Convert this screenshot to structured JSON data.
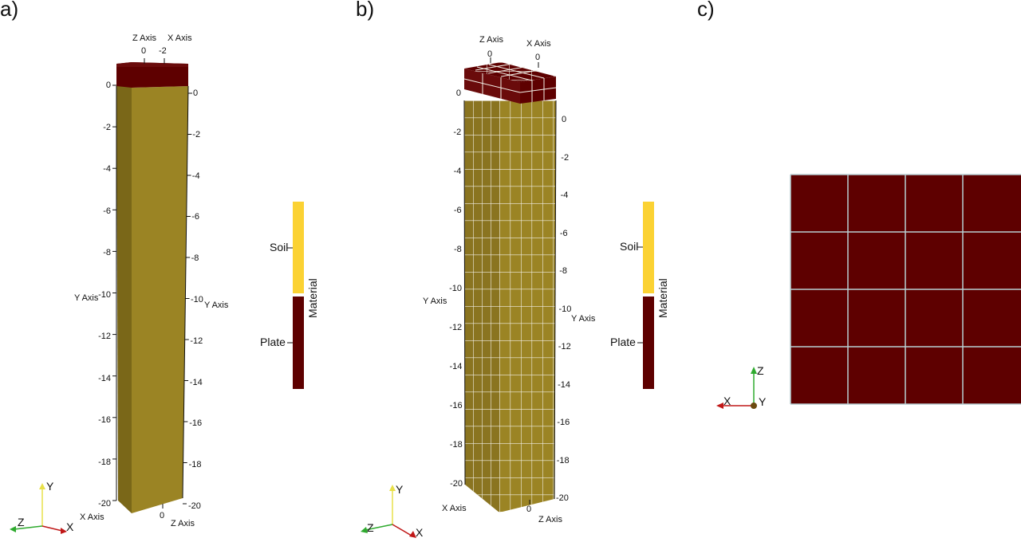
{
  "panels": [
    {
      "label": "a)",
      "left_ticks": [
        "0",
        "-2",
        "-4",
        "-6",
        "-8",
        "-10",
        "-12",
        "-14",
        "-16",
        "-18",
        "-20"
      ],
      "right_ticks": [
        "0",
        "-2",
        "-4",
        "-6",
        "-8",
        "-10",
        "-12",
        "-14",
        "-16",
        "-18",
        "-20"
      ],
      "top_ticks": [
        "0",
        "-2"
      ],
      "bottom_ticks": [
        "0"
      ],
      "axis_names": {
        "left": "Y Axis",
        "right": "Y Axis",
        "top_z": "Z Axis",
        "top_x": "X Axis",
        "bottom_x": "X Axis",
        "bottom_z": "Z Axis"
      },
      "legend": {
        "title": "Material",
        "soil": "Soil",
        "plate": "Plate"
      },
      "triad": {
        "y": "Y",
        "z": "Z",
        "x": "X"
      }
    },
    {
      "label": "b)",
      "left_ticks": [
        "0",
        "-2",
        "-4",
        "-6",
        "-8",
        "-10",
        "-12",
        "-14",
        "-16",
        "-18",
        "-20"
      ],
      "right_ticks": [
        "0",
        "-2",
        "-4",
        "-6",
        "-8",
        "-10",
        "-12",
        "-14",
        "-16",
        "-18",
        "-20"
      ],
      "top_ticks": [
        "0",
        "0"
      ],
      "bottom_ticks": [
        "0"
      ],
      "axis_names": {
        "left": "Y Axis",
        "right": "Y Axis",
        "top_z": "Z Axis",
        "top_x": "X Axis",
        "bottom_x": "X Axis",
        "bottom_z": "Z Axis"
      },
      "legend": {
        "title": "Material",
        "soil": "Soil",
        "plate": "Plate"
      },
      "triad": {
        "y": "Y",
        "z": "Z",
        "x": "X"
      }
    },
    {
      "label": "c)",
      "triad": {
        "z": "Z",
        "x": "X",
        "y": "Y"
      }
    }
  ],
  "colors": {
    "soil": "#9b8424",
    "soil_dark": "#7a6718",
    "plate": "#5e0000",
    "plate_top": "#6a0b0b",
    "legend_soil": "#fbd233",
    "legend_plate": "#5e0000"
  }
}
